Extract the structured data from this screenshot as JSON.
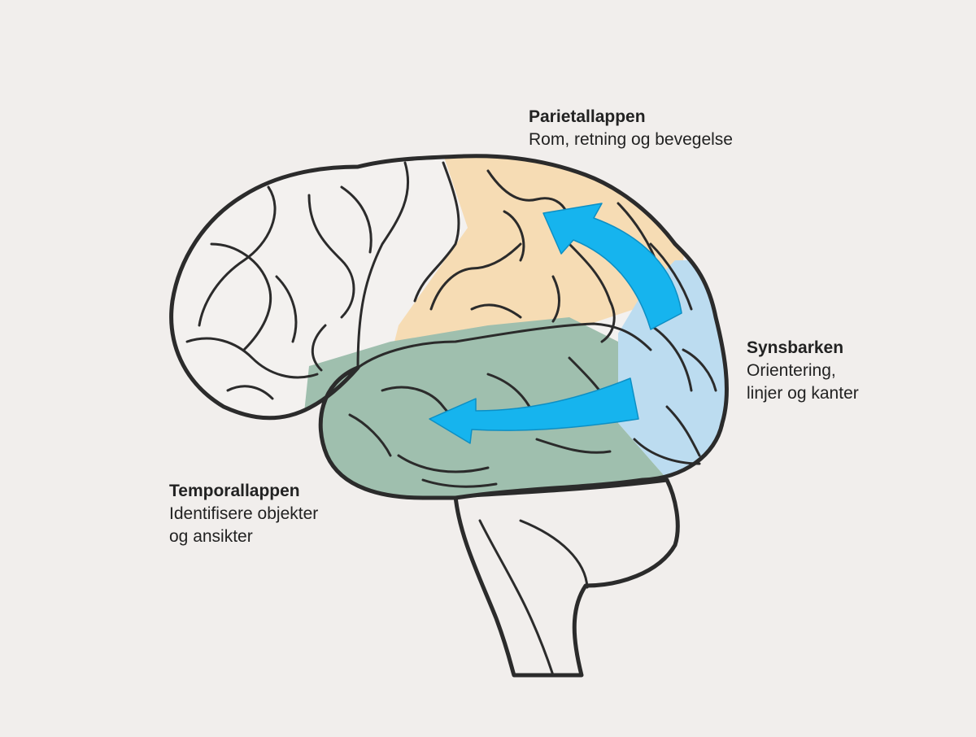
{
  "labels": {
    "parietal": {
      "title": "Parietallappen",
      "desc_lines": [
        "Rom, retning og bevegelse"
      ]
    },
    "visual": {
      "title": "Synsbarken",
      "desc_lines": [
        "Orientering,",
        "linjer og kanter"
      ]
    },
    "temporal": {
      "title": "Temporallappen",
      "desc_lines": [
        "Identifisere objekter",
        "og ansikter"
      ]
    }
  },
  "colors": {
    "background": "#f1eeec",
    "brain_outline": "#2b2b2b",
    "frontal_lobe": "#f3f1ef",
    "parietal_lobe": "#f6dcb4",
    "temporal_lobe": "#9fbfae",
    "visual_cortex": "#bcdcf0",
    "arrow": "#16b4ee",
    "brainstem": "#f1eeec"
  }
}
